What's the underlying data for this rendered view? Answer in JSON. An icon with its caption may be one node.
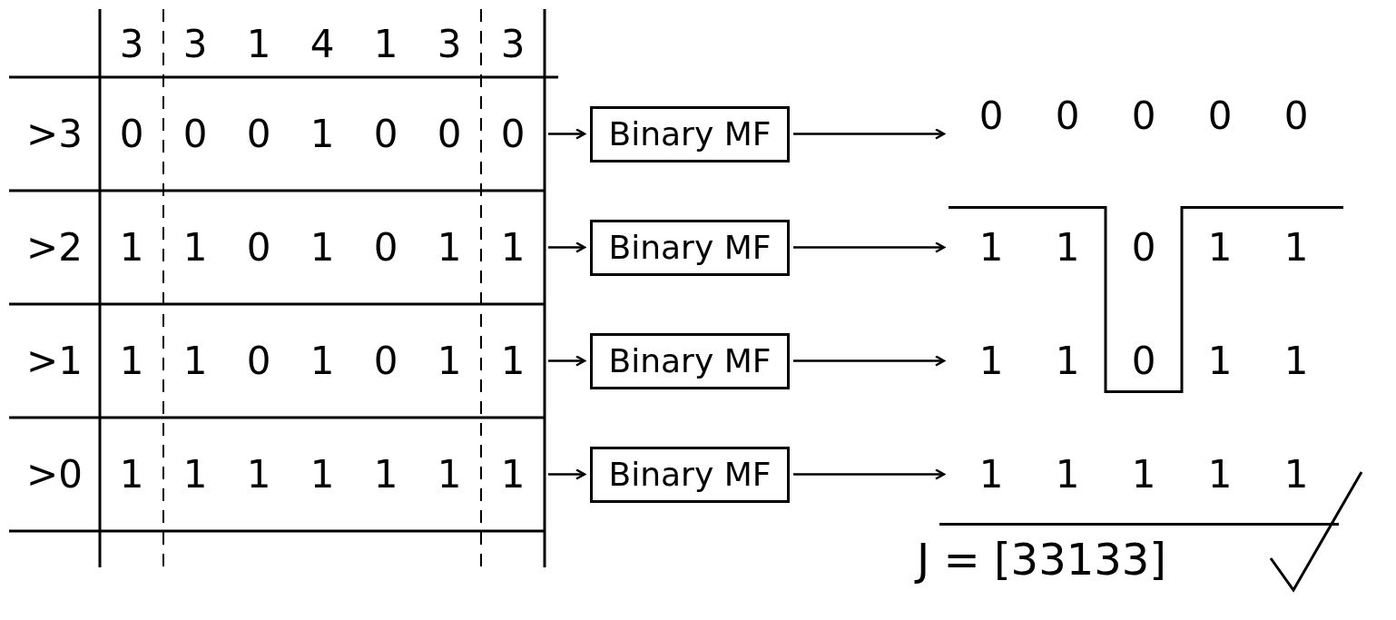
{
  "diagram": {
    "nodes": [
      {
        "text": [
          ">3",
          "0",
          "0",
          "0",
          "1",
          "0",
          "0",
          "0"
        ]
      },
      {
        "text": [
          ">2",
          "1",
          "1",
          "0",
          "1",
          "0",
          "1",
          "1"
        ]
      },
      {
        "text": [
          ">1",
          "1",
          "1",
          "0",
          "1",
          "0",
          "1",
          "1"
        ]
      },
      {
        "text": [
          ">0",
          "1",
          "1",
          "1",
          "1",
          "1",
          "1",
          "1"
        ]
      },
      {
        "text": [
          "Binary MF"
        ]
      },
      {
        "text": [
          "Binary MF"
        ]
      },
      {
        "text": [
          "Binary MF"
        ]
      },
      {
        "text": [
          "Binary MF"
        ]
      },
      {
        "text": [
          "0",
          "0",
          "0",
          "0",
          "0"
        ]
      },
      {
        "text": [
          "1",
          "1",
          "0",
          "1",
          "1"
        ]
      },
      {
        "text": [
          "1",
          "1",
          "0",
          "1",
          "1"
        ]
      },
      {
        "text": [
          "1",
          "1",
          "1",
          "1",
          "1"
        ]
      }
    ],
    "edges": [
      {
        "from": 0,
        "to": 4,
        "arrow": "to"
      },
      {
        "from": 1,
        "to": 5,
        "arrow": "to"
      },
      {
        "from": 2,
        "to": 6,
        "arrow": "to"
      },
      {
        "from": 3,
        "to": 7,
        "arrow": "to"
      },
      {
        "from": 4,
        "to": 8,
        "arrow": "to"
      },
      {
        "from": 5,
        "to": 9,
        "arrow": "to"
      },
      {
        "from": 6,
        "to": 10,
        "arrow": "to"
      },
      {
        "from": 7,
        "to": 11,
        "arrow": "to"
      }
    ],
    "labels": [
      "3",
      "3",
      "1",
      "4",
      "1",
      "3",
      "3",
      "J = [33133]"
    ]
  }
}
